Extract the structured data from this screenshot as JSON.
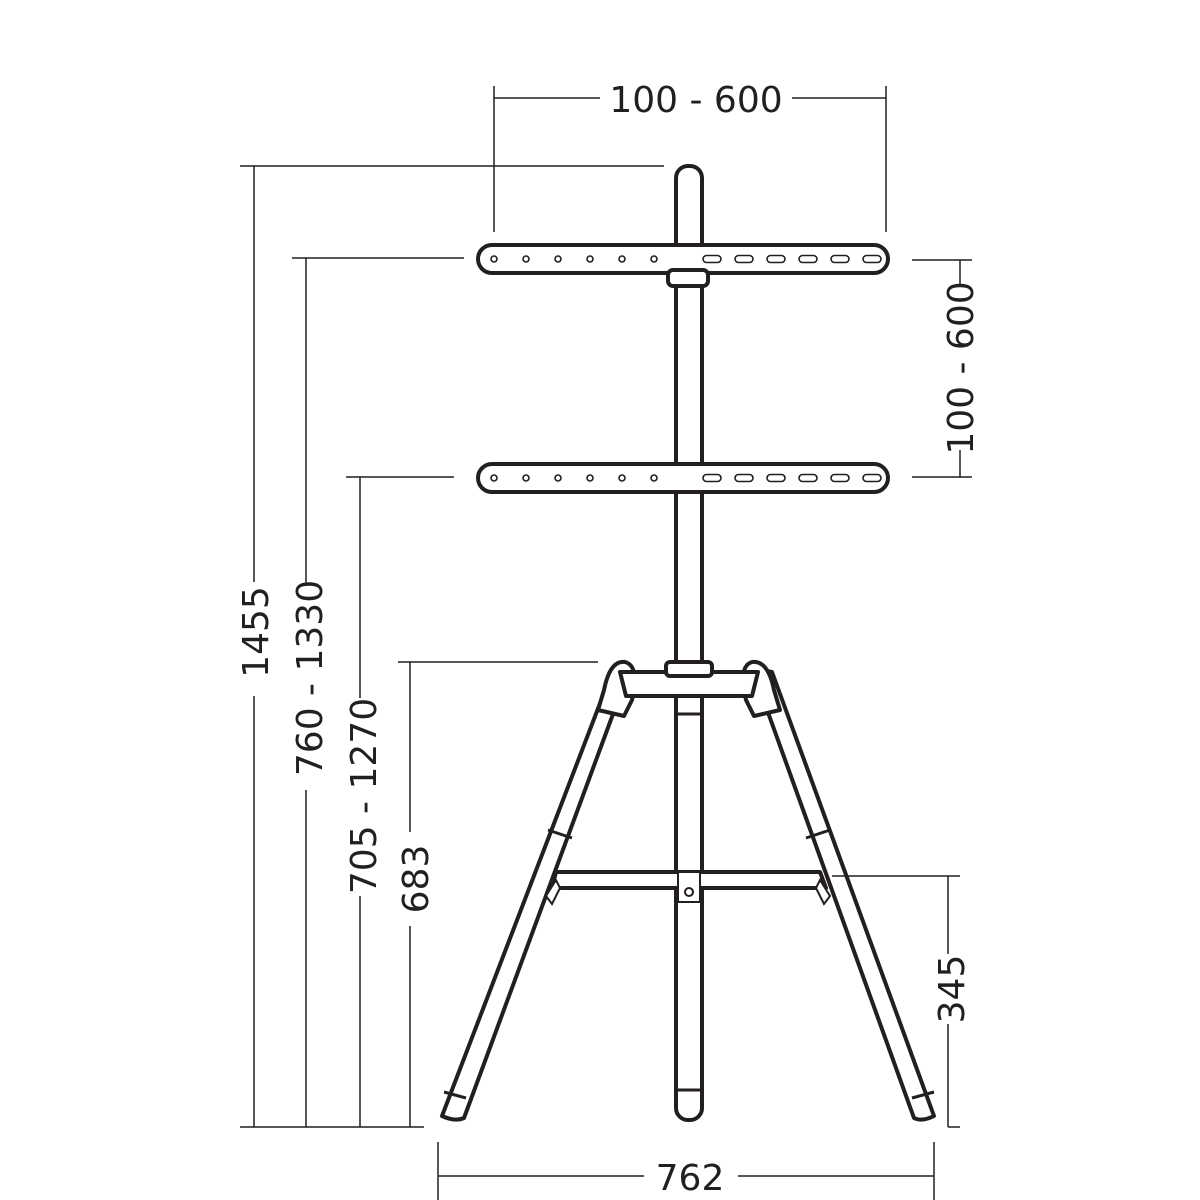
{
  "diagram": {
    "dimensions": {
      "top_width": "100 - 600",
      "bracket_spacing": "100 - 600",
      "total_height": "1455",
      "upper_bracket_height": "760 - 1330",
      "lower_bracket_height": "705 - 1270",
      "leg_top_height": "683",
      "crossbar_height": "345",
      "base_width": "762"
    },
    "colors": {
      "ink": "#231f20",
      "background": "#ffffff"
    }
  }
}
